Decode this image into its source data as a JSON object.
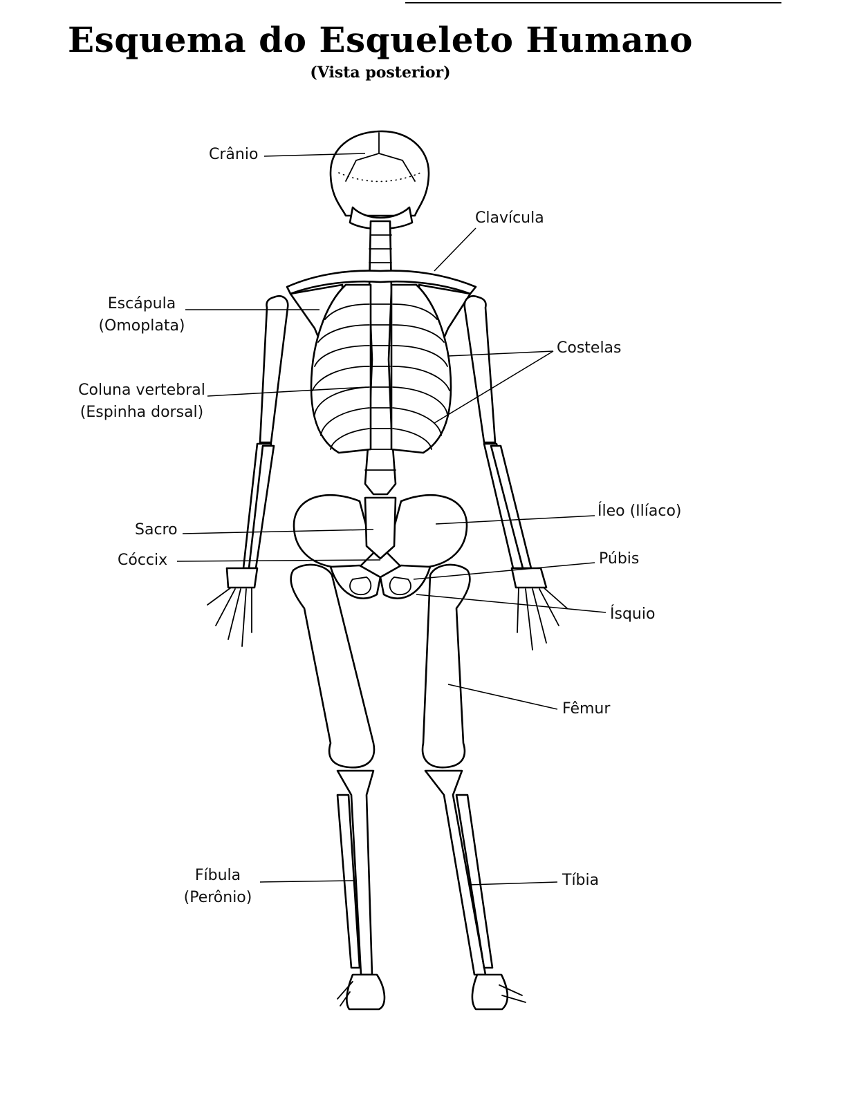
{
  "title": "Esquema do Esqueleto Humano",
  "subtitle": "(Vista posterior)",
  "labels": {
    "cranio": "Crânio",
    "clavicula": "Clavícula",
    "escapula": "Escápula",
    "escapula_alt": "(Omoplata)",
    "costelas": "Costelas",
    "coluna": "Coluna vertebral",
    "coluna_alt": "(Espinha dorsal)",
    "ileo": "Íleo (Ilíaco)",
    "sacro": "Sacro",
    "coccix": "Cóccix",
    "pubis": "Púbis",
    "isquio": "Ísquio",
    "femur": "Fêmur",
    "fibula": "Fíbula",
    "fibula_alt": "(Perônio)",
    "tibia": "Tíbia"
  }
}
